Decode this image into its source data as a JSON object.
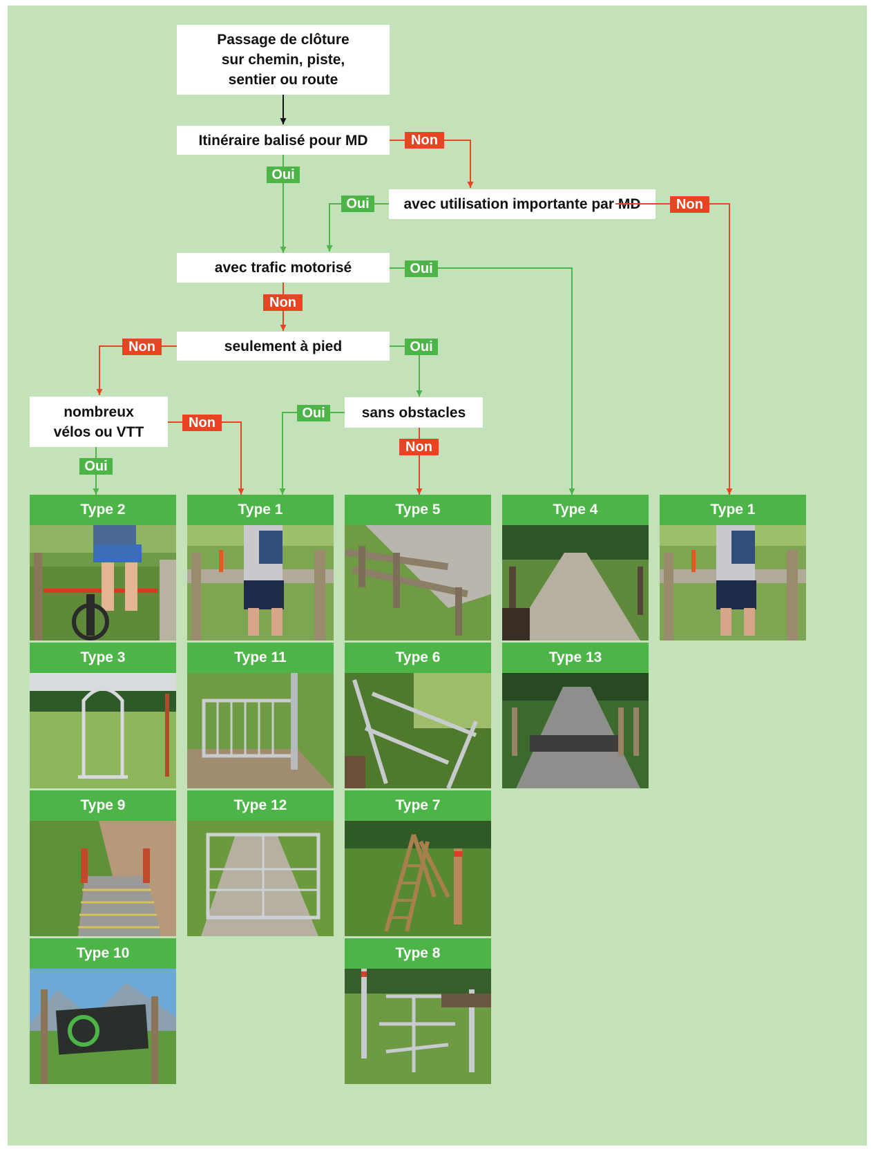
{
  "colors": {
    "background": "#c3e2b9",
    "green": "#4db548",
    "red": "#e84424",
    "node": "#ffffff",
    "black": "#111111"
  },
  "nodes": {
    "start": "Passage de clôture\nsur chemin, piste,\nsentier ou route",
    "marked_route": "Itinéraire balisé pour MD",
    "heavy_use": "avec utilisation importante par MD",
    "motor_traffic": "avec trafic motorisé",
    "foot_only": "seulement à pied",
    "many_bikes": "nombreux\nvélos ou VTT",
    "no_obstacles": "sans obstacles"
  },
  "edge_labels": {
    "yes": "Oui",
    "no": "Non"
  },
  "cards": [
    {
      "label": "Type 2",
      "photo": "cyclist-gate"
    },
    {
      "label": "Type 1",
      "photo": "hiker-gate"
    },
    {
      "label": "Type 5",
      "photo": "wooden-zigzag-stile"
    },
    {
      "label": "Type 4",
      "photo": "gravel-road-gap"
    },
    {
      "label": "Type 1",
      "photo": "hiker-gate"
    },
    {
      "label": "Type 3",
      "photo": "metal-arch"
    },
    {
      "label": "Type 11",
      "photo": "metal-swing-gate"
    },
    {
      "label": "Type 6",
      "photo": "metal-bar-stile"
    },
    {
      "label": "Type 13",
      "photo": "cattle-grid"
    },
    {
      "label": "Type 9",
      "photo": "trail-grid"
    },
    {
      "label": "Type 12",
      "photo": "double-gate"
    },
    {
      "label": "Type 7",
      "photo": "ladder-stile"
    },
    {
      "label": "Type 10",
      "photo": "bike-sign"
    },
    {
      "label": "Type 8",
      "photo": "turnstile"
    }
  ]
}
